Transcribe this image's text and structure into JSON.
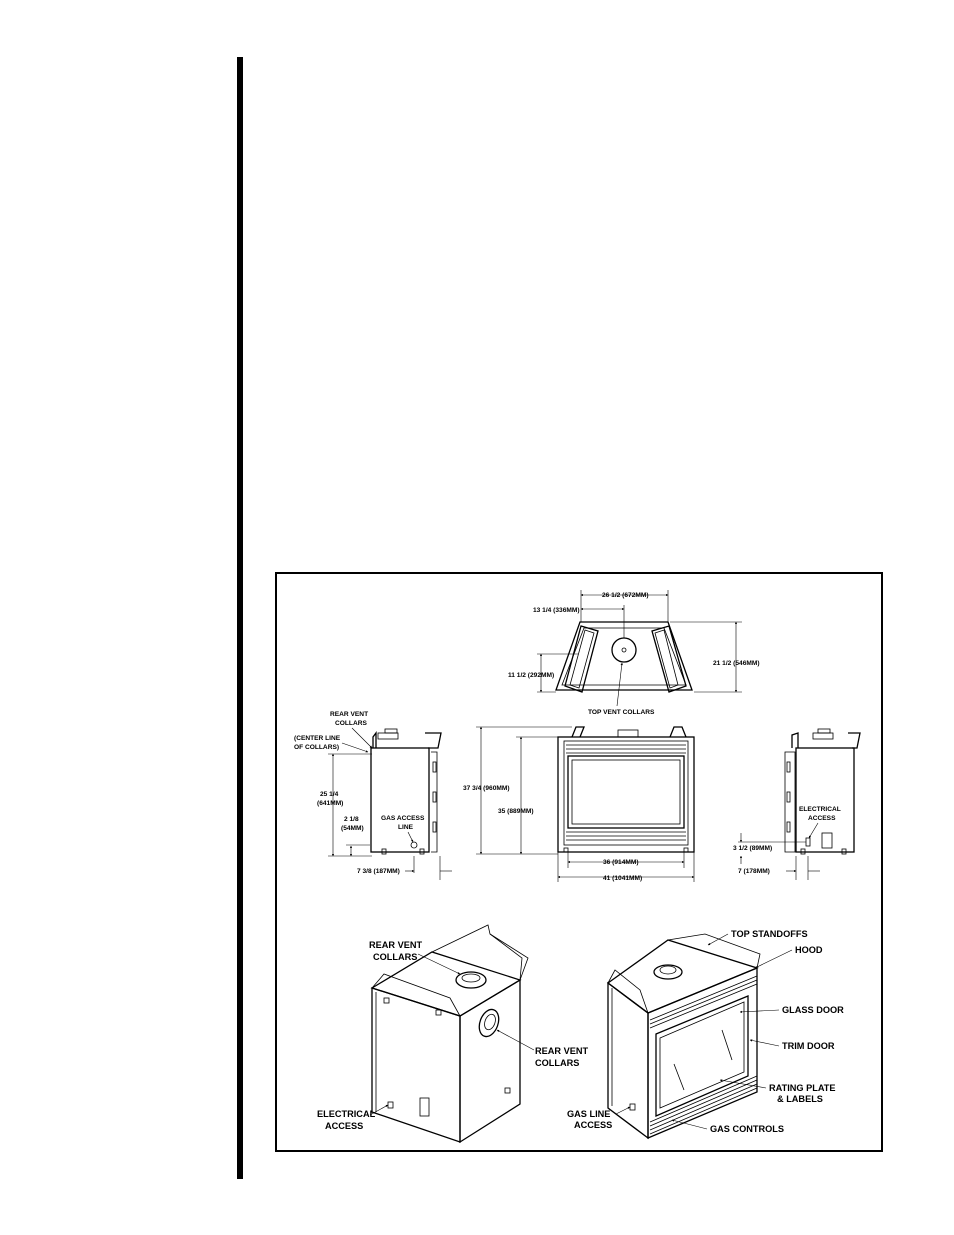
{
  "top_view": {
    "dim_width": "26 1/2 (672MM)",
    "dim_half": "13 1/4 (336MM)",
    "dim_depth": "21 1/2 (546MM)",
    "dim_collar": "11 1/2 (292MM)",
    "label_collars": "TOP VENT COLLARS"
  },
  "left_view": {
    "rear_vent_line1": "REAR VENT",
    "rear_vent_line2": "COLLARS",
    "center_line1": "(CENTER LINE",
    "center_line2": "OF COLLARS)",
    "dim_height_1": "25 1/4",
    "dim_height_2": "(641MM)",
    "dim_small_1": "2 1/8",
    "dim_small_2": "(54MM)",
    "gas_access_1": "GAS ACCESS",
    "gas_access_2": "LINE",
    "dim_bottom": "7 3/8 (187MM)"
  },
  "front_view": {
    "dim_total_height": "37 3/4 (960MM)",
    "dim_height": "35 (889MM)",
    "dim_inner_width": "36 (914MM)",
    "dim_outer_width": "41 (1041MM)"
  },
  "right_view": {
    "electrical_1": "ELECTRICAL",
    "electrical_2": "ACCESS",
    "dim_small": "3 1/2 (89MM)",
    "dim_bottom": "7 (178MM)"
  },
  "rear_iso": {
    "rear_vent_top_1": "REAR VENT",
    "rear_vent_top_2": "COLLARS",
    "rear_vent_side_1": "REAR VENT",
    "rear_vent_side_2": "COLLARS",
    "electrical_1": "ELECTRICAL",
    "electrical_2": "ACCESS"
  },
  "front_iso": {
    "top_standoffs": "TOP STANDOFFS",
    "hood": "HOOD",
    "glass_door": "GLASS DOOR",
    "trim_door": "TRIM  DOOR",
    "rating_1": "RATING PLATE",
    "rating_2": "& LABELS",
    "gas_line_1": "GAS LINE",
    "gas_line_2": "ACCESS",
    "gas_controls": "GAS CONTROLS"
  }
}
